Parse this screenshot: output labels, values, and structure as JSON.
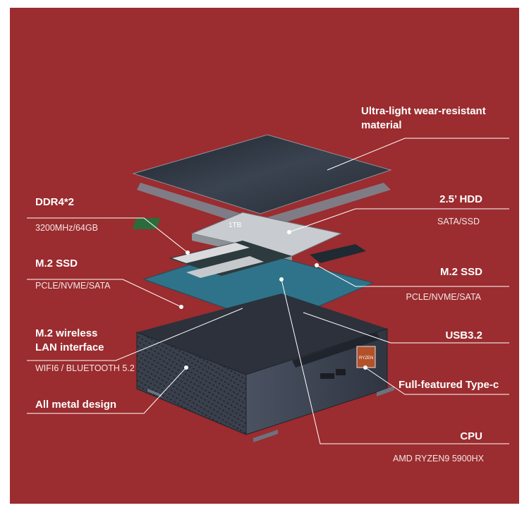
{
  "labels": {
    "top_material": "Ultra-light wear-resistant material",
    "ddr": {
      "title": "DDR4*2",
      "sub": "3200MHz/64GB"
    },
    "hdd": {
      "title": "2.5’  HDD",
      "sub": "SATA/SSD"
    },
    "m2_left": {
      "title": "M.2 SSD",
      "sub": "PCLE/NVME/SATA"
    },
    "m2_right": {
      "title": "M.2  SSD",
      "sub": "PCLE/NVME/SATA"
    },
    "wifi": {
      "title_line1": "M.2 wireless",
      "title_line2": "LAN interface",
      "sub": "WIFI6 / BLUETOOTH 5.2"
    },
    "usb": {
      "title": "USB3.2"
    },
    "all_metal": {
      "title": "All metal design"
    },
    "typec": {
      "title": "Full-featured Type-c"
    },
    "cpu": {
      "title": "CPU",
      "sub": "AMD RYZEN9 5900HX"
    },
    "hdd_label_text": "1TB",
    "cpu_badge": "RYZEN"
  },
  "colors": {
    "background": "#9b2c2f",
    "text": "#ffffff",
    "case": "#3f4553",
    "board": "#2b6f86",
    "lid": "#2e3540"
  }
}
